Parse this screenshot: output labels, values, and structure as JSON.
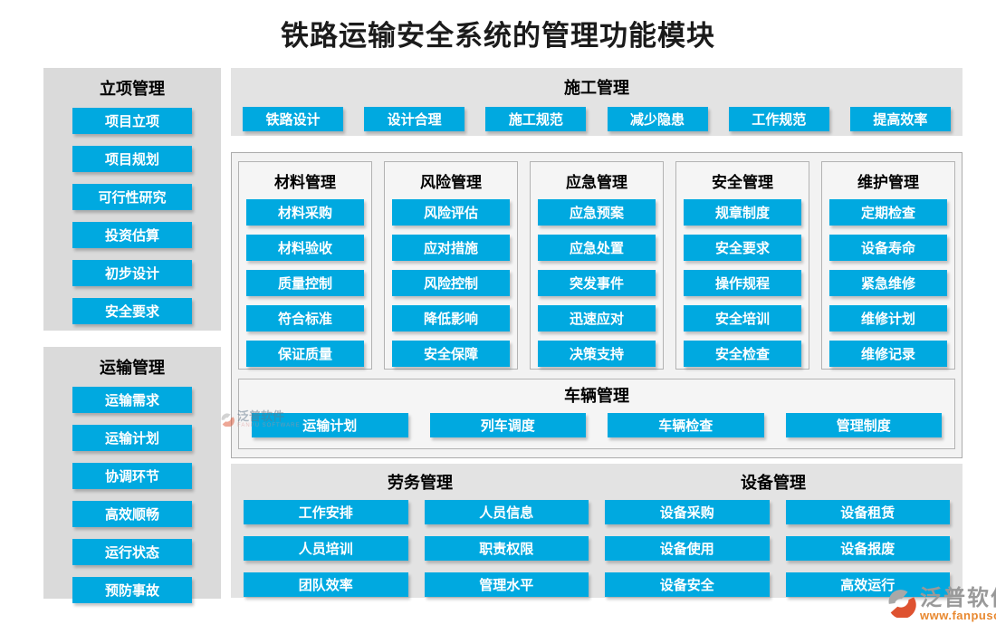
{
  "title": "铁路运输安全系统的管理功能模块",
  "colors": {
    "button_blue": "#00a9e0",
    "side_panel_gray": "#dadada",
    "section_gray": "#e3e3e3",
    "container_fill": "#f2f2f2",
    "container_border": "#ababab",
    "watermark_orange": "#e8882f",
    "watermark_gray": "#999999"
  },
  "left_panels": [
    {
      "header": "立项管理",
      "items": [
        "项目立项",
        "项目规划",
        "可行性研究",
        "投资估算",
        "初步设计",
        "安全要求"
      ]
    },
    {
      "header": "运输管理",
      "items": [
        "运输需求",
        "运输计划",
        "协调环节",
        "高效顺畅",
        "运行状态",
        "预防事故"
      ]
    }
  ],
  "construction_panel": {
    "header": "施工管理",
    "items": [
      "铁路设计",
      "设计合理",
      "施工规范",
      "减少隐患",
      "工作规范",
      "提高效率"
    ]
  },
  "middle_columns": [
    {
      "header": "材料管理",
      "items": [
        "材料采购",
        "材料验收",
        "质量控制",
        "符合标准",
        "保证质量"
      ]
    },
    {
      "header": "风险管理",
      "items": [
        "风险评估",
        "应对措施",
        "风险控制",
        "降低影响",
        "安全保障"
      ]
    },
    {
      "header": "应急管理",
      "items": [
        "应急预案",
        "应急处置",
        "突发事件",
        "迅速应对",
        "决策支持"
      ]
    },
    {
      "header": "安全管理",
      "items": [
        "规章制度",
        "安全要求",
        "操作规程",
        "安全培训",
        "安全检查"
      ]
    },
    {
      "header": "维护管理",
      "items": [
        "定期检查",
        "设备寿命",
        "紧急维修",
        "维修计划",
        "维修记录"
      ]
    }
  ],
  "vehicle_panel": {
    "header": "车辆管理",
    "items": [
      "运输计划",
      "列车调度",
      "车辆检查",
      "管理制度"
    ]
  },
  "bottom_panel": {
    "headers": [
      "劳务管理",
      "设备管理"
    ],
    "rows": [
      [
        "工作安排",
        "人员信息",
        "设备采购",
        "设备租赁"
      ],
      [
        "人员培训",
        "职责权限",
        "设备使用",
        "设备报废"
      ],
      [
        "团队效率",
        "管理水平",
        "设备安全",
        "高效运行"
      ]
    ]
  },
  "watermarks": {
    "inline": {
      "name": "泛普软件",
      "subtext": "FANPU SOFTWARE"
    },
    "corner": {
      "name": "泛普软件",
      "url": "www.fanpusoft.com"
    }
  }
}
